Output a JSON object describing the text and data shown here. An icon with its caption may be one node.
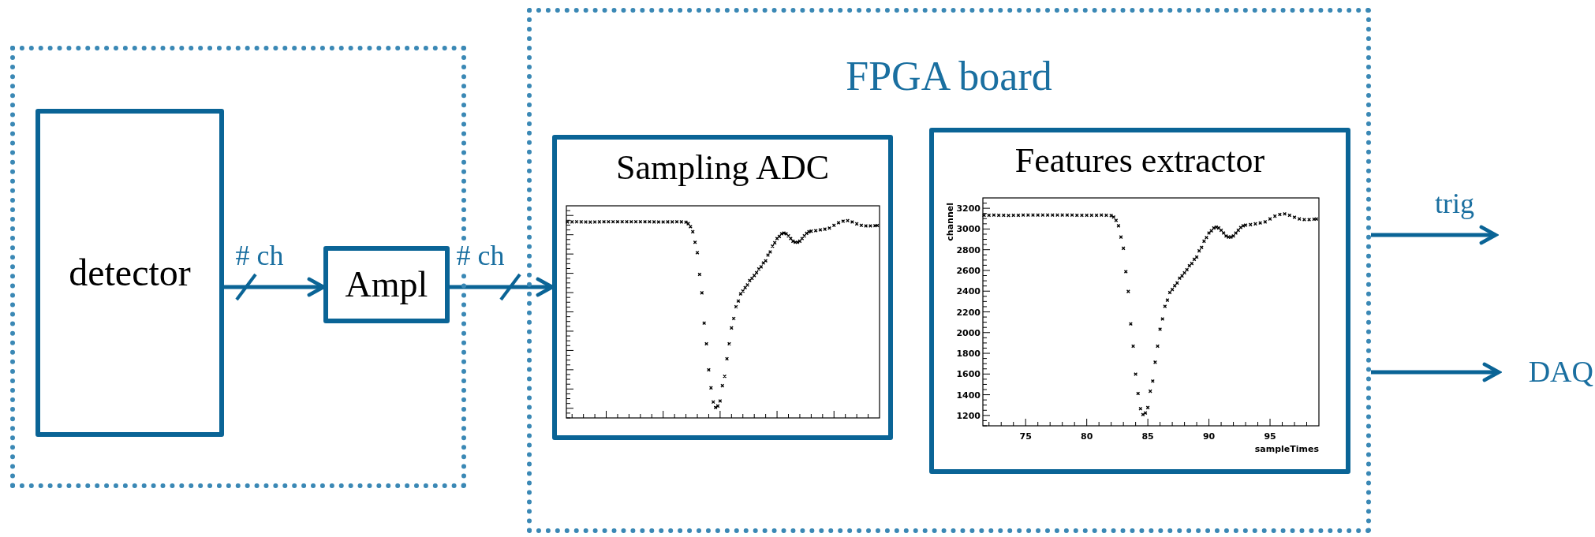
{
  "diagram": {
    "nodes": [
      {
        "text": [],
        "shape": "box"
      },
      {
        "text": [
          "detector"
        ],
        "in": 0
      },
      {
        "text": [
          "Ampl"
        ],
        "in": 0
      },
      {
        "text": [
          "FPGA board"
        ]
      },
      {
        "text": [
          "Sampling ADC"
        ],
        "in": 3
      },
      {
        "text": [
          "Features extractor"
        ],
        "in": 3
      },
      {
        "text": [
          "DAQ"
        ]
      }
    ],
    "edges": [
      {
        "from": 1,
        "to": 2,
        "arrow": "to",
        "label": "# ch"
      },
      {
        "from": 2,
        "to": 4,
        "arrow": "to",
        "label": "# ch"
      },
      {
        "from": 3,
        "to": null,
        "arrow": "to",
        "label": "trig"
      },
      {
        "from": 3,
        "to": 6,
        "arrow": "to"
      }
    ],
    "chart_data": {
      "type": "scatter",
      "xlabel": "sampleTimes",
      "ylabel": "channel",
      "x": [
        71.6,
        72,
        72.4,
        72.8,
        73.2,
        73.6,
        74,
        74.4,
        74.8,
        75.2,
        75.6,
        76,
        76.4,
        76.8,
        77.2,
        77.6,
        78,
        78.4,
        78.8,
        79.2,
        79.6,
        80,
        80.4,
        80.8,
        81.2,
        81.6,
        82,
        82.2,
        82.4,
        82.6,
        82.8,
        83,
        83.2,
        83.4,
        83.6,
        83.8,
        84,
        84.2,
        84.4,
        84.6,
        84.8,
        85,
        85.2,
        85.4,
        85.6,
        85.8,
        86,
        86.2,
        86.4,
        86.6,
        86.8,
        87,
        87.2,
        87.4,
        87.6,
        87.8,
        88,
        88.2,
        88.4,
        88.6,
        88.8,
        89,
        89.2,
        89.4,
        89.6,
        89.8,
        90,
        90.2,
        90.4,
        90.6,
        90.8,
        91,
        91.2,
        91.4,
        91.6,
        91.8,
        92,
        92.2,
        92.4,
        92.6,
        92.8,
        93,
        93.4,
        93.8,
        94.2,
        94.6,
        95,
        95.4,
        95.8,
        96.2,
        96.6,
        97,
        97.4,
        97.8,
        98.2,
        98.6,
        98.8
      ],
      "series": [
        {
          "color": "#000000",
          "values": [
            3132,
            3133,
            3134,
            3133,
            3132,
            3131,
            3132,
            3133,
            3134,
            3135,
            3135,
            3134,
            3135,
            3135,
            3134,
            3135,
            3135,
            3134,
            3134,
            3133,
            3132,
            3132,
            3133,
            3133,
            3134,
            3133,
            3130,
            3115,
            3083,
            3031,
            2922,
            2814,
            2588,
            2397,
            2084,
            1869,
            1599,
            1412,
            1265,
            1208,
            1224,
            1276,
            1434,
            1532,
            1714,
            1869,
            2033,
            2131,
            2253,
            2313,
            2386,
            2416,
            2452,
            2479,
            2525,
            2547,
            2577,
            2607,
            2645,
            2667,
            2707,
            2729,
            2789,
            2822,
            2882,
            2917,
            2961,
            2982,
            3010,
            3018,
            3010,
            2988,
            2961,
            2933,
            2922,
            2922,
            2933,
            2961,
            2988,
            3015,
            3031,
            3037,
            3042,
            3050,
            3058,
            3069,
            3097,
            3124,
            3140,
            3146,
            3132,
            3113,
            3097,
            3091,
            3091,
            3094,
            3096
          ]
        }
      ],
      "xlim": [
        71.5,
        99
      ],
      "ylim": [
        1100,
        3300
      ],
      "xticks": [
        75,
        80,
        85,
        90,
        95
      ],
      "yticks": [
        1200,
        1400,
        1600,
        1800,
        2000,
        2200,
        2400,
        2600,
        2800,
        3000,
        3200
      ]
    }
  }
}
